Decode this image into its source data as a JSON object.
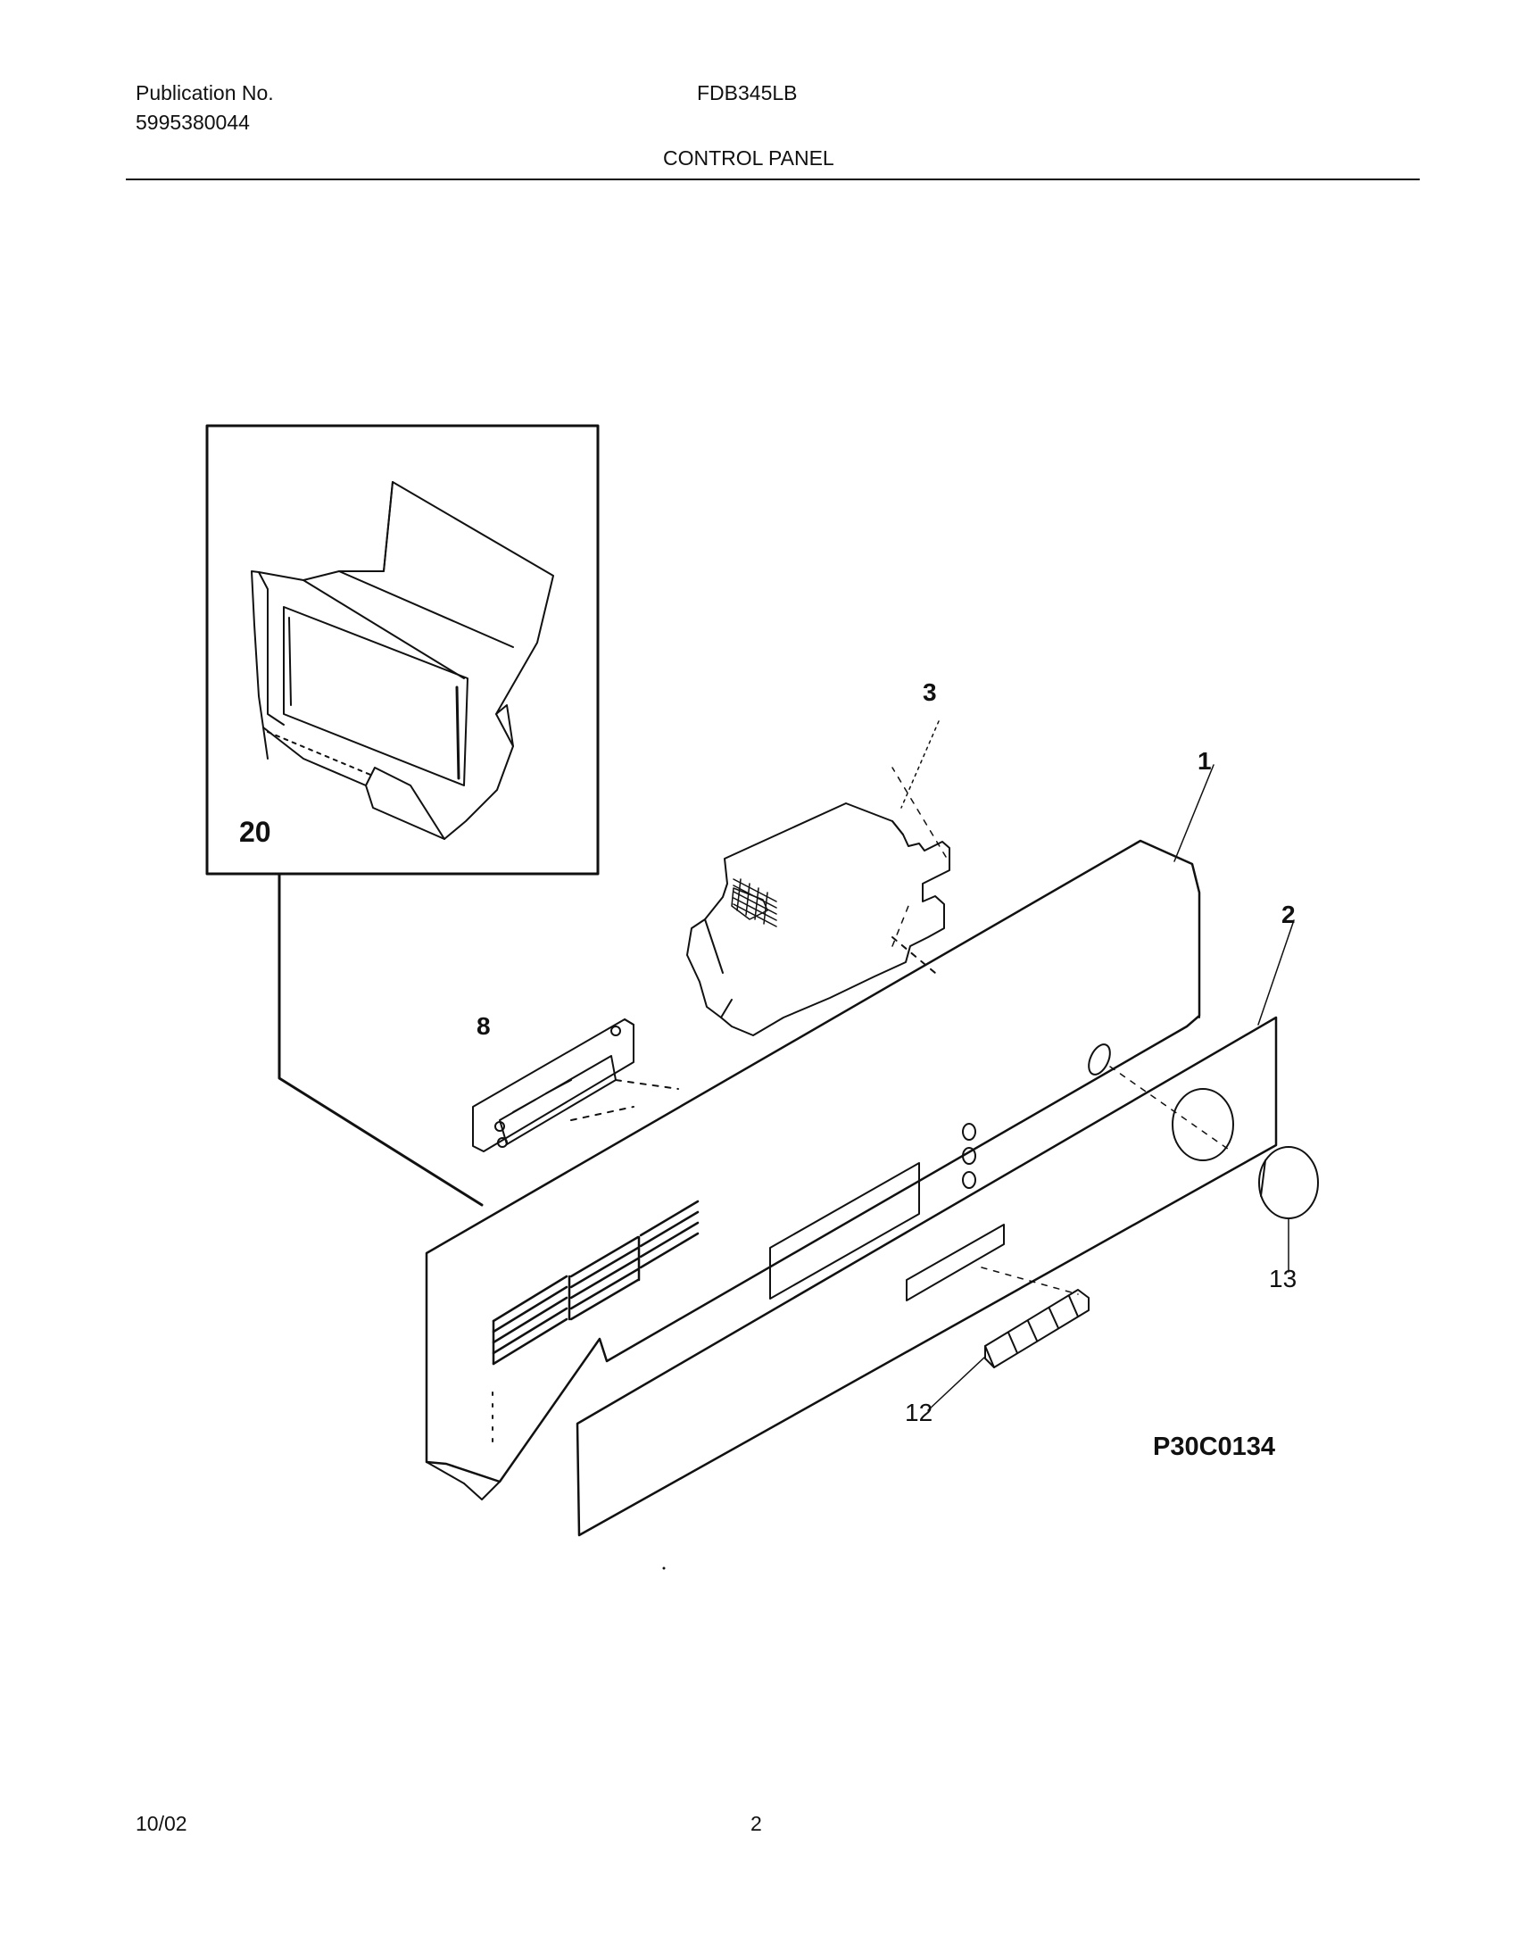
{
  "header": {
    "publication_label": "Publication No.",
    "publication_number": "5995380044",
    "model": "FDB345LB",
    "section_title": "CONTROL PANEL"
  },
  "diagram": {
    "inset_callout": "20",
    "callouts": {
      "panel": "1",
      "overlay": "2",
      "board": "3",
      "switch": "8",
      "push_button": "12",
      "knob": "13"
    },
    "drawing_id": "P30C0134"
  },
  "footer": {
    "date": "10/02",
    "page_number": "2"
  }
}
